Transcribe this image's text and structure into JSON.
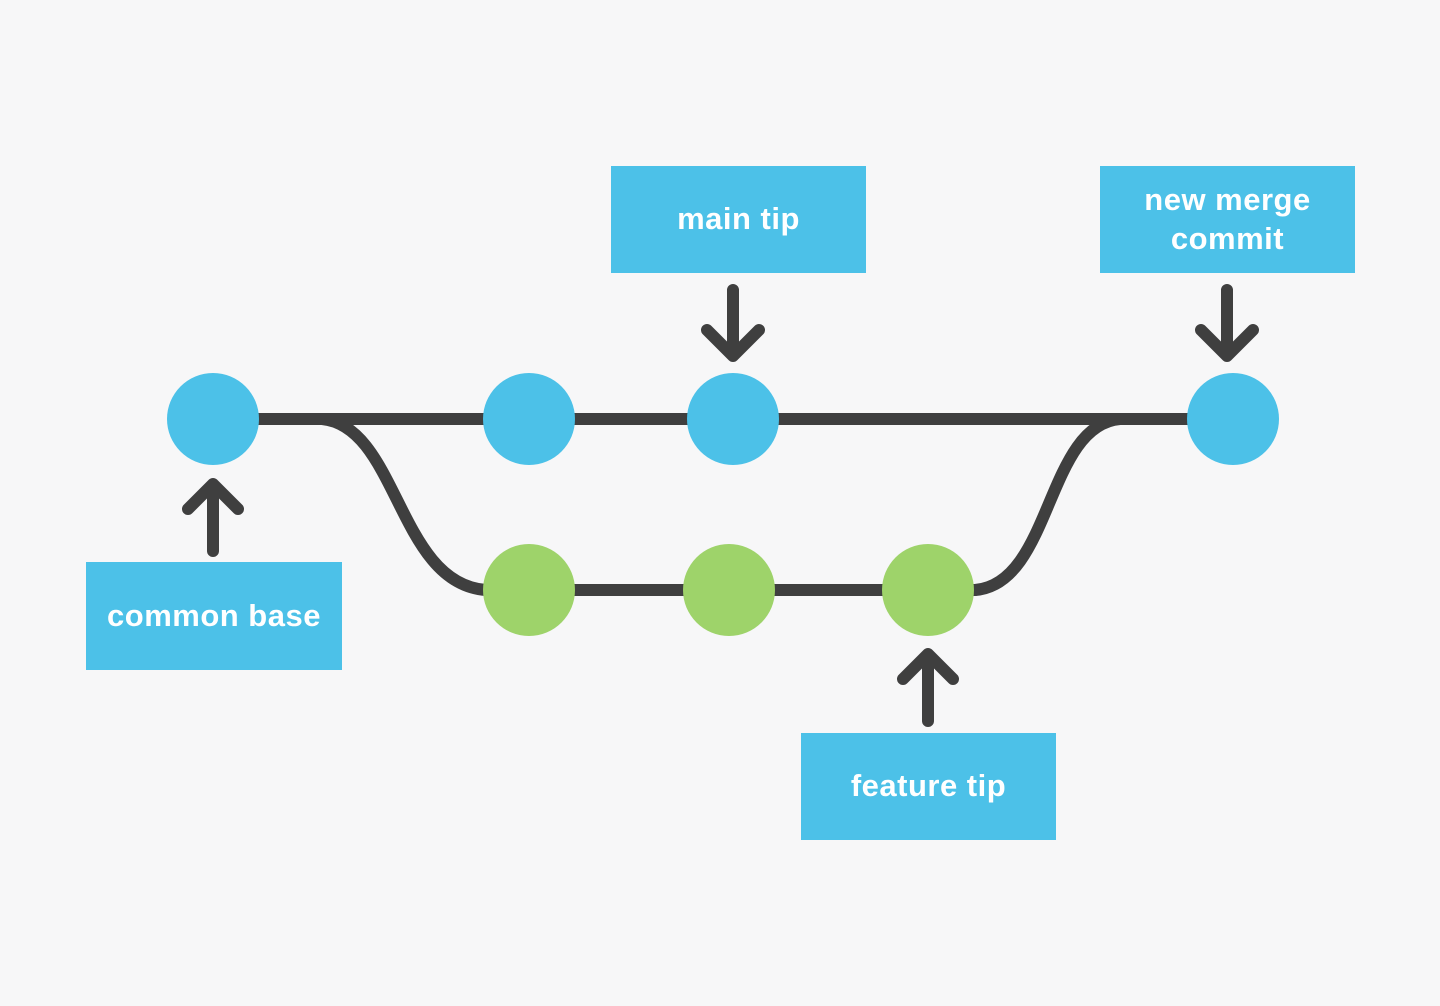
{
  "diagram": {
    "type": "git-merge-branch-diagram",
    "background_color": "#f7f7f8",
    "line_color": "#3f3f3f",
    "label_box_color": "#4cc1e8",
    "label_text_color": "#ffffff",
    "main_branch": {
      "commit_color": "#4cc1e8",
      "commit_count": 4
    },
    "feature_branch": {
      "commit_color": "#9ed36a",
      "commit_count": 3
    }
  },
  "labels": {
    "main_tip": "main tip",
    "new_merge_commit": "new merge commit",
    "common_base": "common base",
    "feature_tip": "feature tip"
  }
}
